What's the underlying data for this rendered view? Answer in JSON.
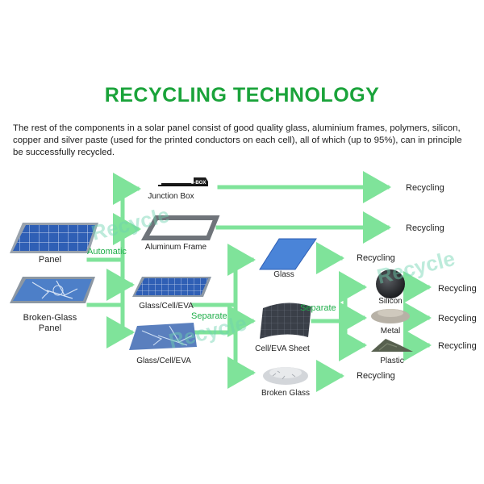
{
  "title": "RECYCLING TECHNOLOGY",
  "intro": "The rest of the components in a solar panel consist of good quality glass, aluminium frames, polymers, silicon, copper and silver paste (used for the printed conductors on each cell), all of which (up to 95%), can in principle be successfully recycled.",
  "watermark": "Recycle",
  "colors": {
    "title": "#1aa33a",
    "arrow": "#7fe39a",
    "action": "#1fae4a",
    "panel": "#2f5fb5"
  },
  "inputs": {
    "panel": "Panel",
    "broken_glass_panel_line1": "Broken-Glass",
    "broken_glass_panel_line2": "Panel"
  },
  "actions": {
    "automatic": "Automatic",
    "separate_1": "Separate",
    "separate_2": "Separate"
  },
  "stage1": {
    "junction_box": "Junction Box",
    "jbox_tag": "J-BOX",
    "aluminum_frame": "Aluminum Frame",
    "glass_cell_eva": "Glass/Cell/EVA",
    "glass_cell_eva_broken": "Glass/Cell/EVA"
  },
  "stage2": {
    "glass": "Glass",
    "cell_eva_sheet": "Cell/EVA Sheet",
    "broken_glass": "Broken Glass"
  },
  "stage3": {
    "silicon": "Silicon",
    "metal": "Metal",
    "plastic": "Plastic"
  },
  "outputs": {
    "junction_box": "Recycling",
    "aluminum_frame": "Recycling",
    "glass": "Recycling",
    "silicon": "Recycling",
    "metal": "Recycling",
    "plastic": "Recycling",
    "broken_glass": "Recycling"
  }
}
